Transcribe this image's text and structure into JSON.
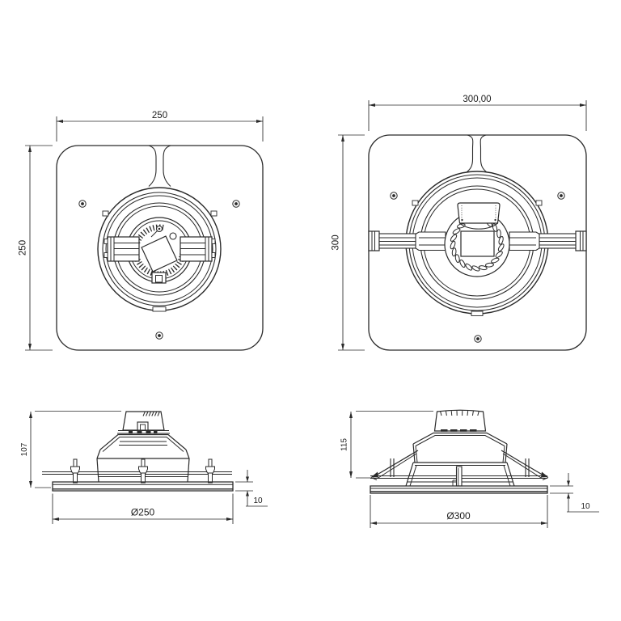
{
  "drawing": {
    "background": "#ffffff",
    "line_color": "#2a2a2a",
    "views": {
      "front_small": {
        "width": "250",
        "height": "250"
      },
      "front_large": {
        "width": "300,00",
        "height": "300"
      },
      "side_small": {
        "height": "107",
        "diameter": "Ø250",
        "thickness": "10"
      },
      "side_large": {
        "height": "115",
        "diameter": "Ø300",
        "thickness": "10"
      }
    }
  }
}
